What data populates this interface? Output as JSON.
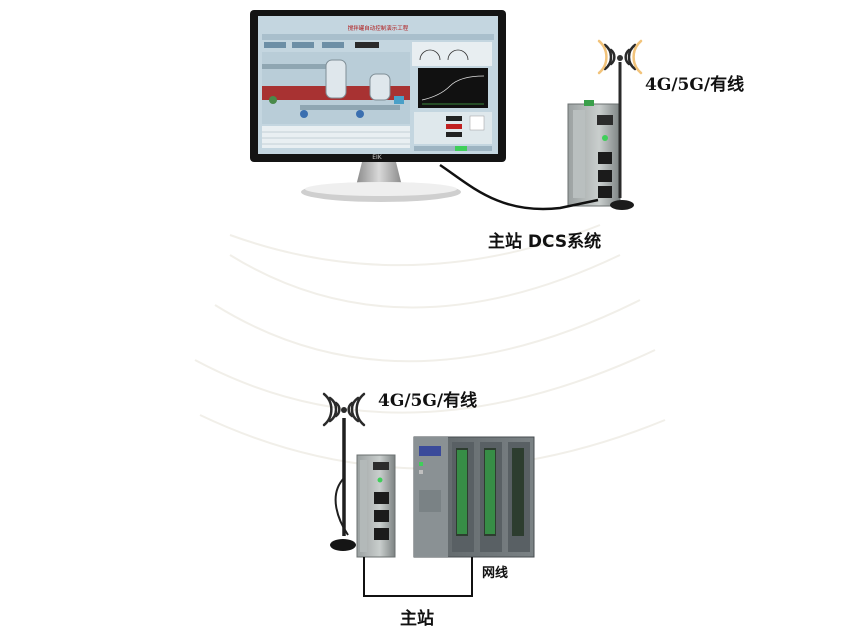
{
  "labels": {
    "top_network": "4G/5G/有线",
    "master_dcs": "主站 DCS系统",
    "bottom_network": "4G/5G/有线",
    "cable": "网线",
    "master_bottom": "主站"
  },
  "monitor": {
    "brand": "EIK",
    "hmi_title": "搅拌罐自动控制演示工程"
  },
  "colors": {
    "monitor_body": "#141414",
    "hmi_background": "#c4d6e0",
    "hmi_pipe": "#a83232",
    "plc_body": "#6f7679",
    "led_green": "#3fcf5a",
    "signal_wave": "#f2c37a"
  }
}
